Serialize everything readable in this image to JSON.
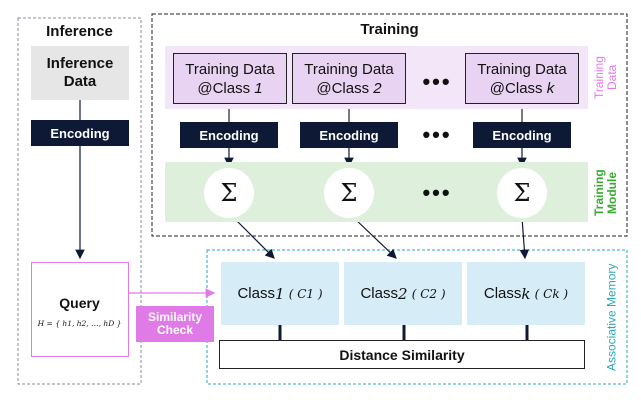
{
  "inference": {
    "title": "Inference",
    "data_label": "Inference Data",
    "encoding": "Encoding"
  },
  "training": {
    "title": "Training",
    "data_blocks": [
      {
        "line1": "Training Data",
        "line2": "@Class ",
        "var": "1"
      },
      {
        "line1": "Training Data",
        "line2": "@Class ",
        "var": "2"
      },
      {
        "line1": "Training Data",
        "line2": "@Class ",
        "var": "k"
      }
    ],
    "encoding": "Encoding",
    "sigma": "Σ",
    "dots": "•••",
    "side_label_data": "Training Data",
    "side_label_module": "Training Module"
  },
  "query": {
    "title": "Query",
    "formula": "H = { h1, h2, …, hD }"
  },
  "similarity_check": "Similarity Check",
  "memory": {
    "side_label": "Associative Memory",
    "classes": [
      {
        "label": "Class ",
        "var": "1",
        "sym": "( C1 )"
      },
      {
        "label": "Class ",
        "var": "2",
        "sym": "( C2 )"
      },
      {
        "label": "Class ",
        "var": "k",
        "sym": "( Ck )"
      }
    ],
    "distance": "Distance Similarity"
  },
  "colors": {
    "navy": "#0e1a35",
    "training_data_bg": "#e9d3f2",
    "module_bg": "#def0dc",
    "memory_bg": "#d6ecf6",
    "pink": "#e07ae6",
    "teal": "#2aa8b8",
    "green": "#3aaa35"
  }
}
